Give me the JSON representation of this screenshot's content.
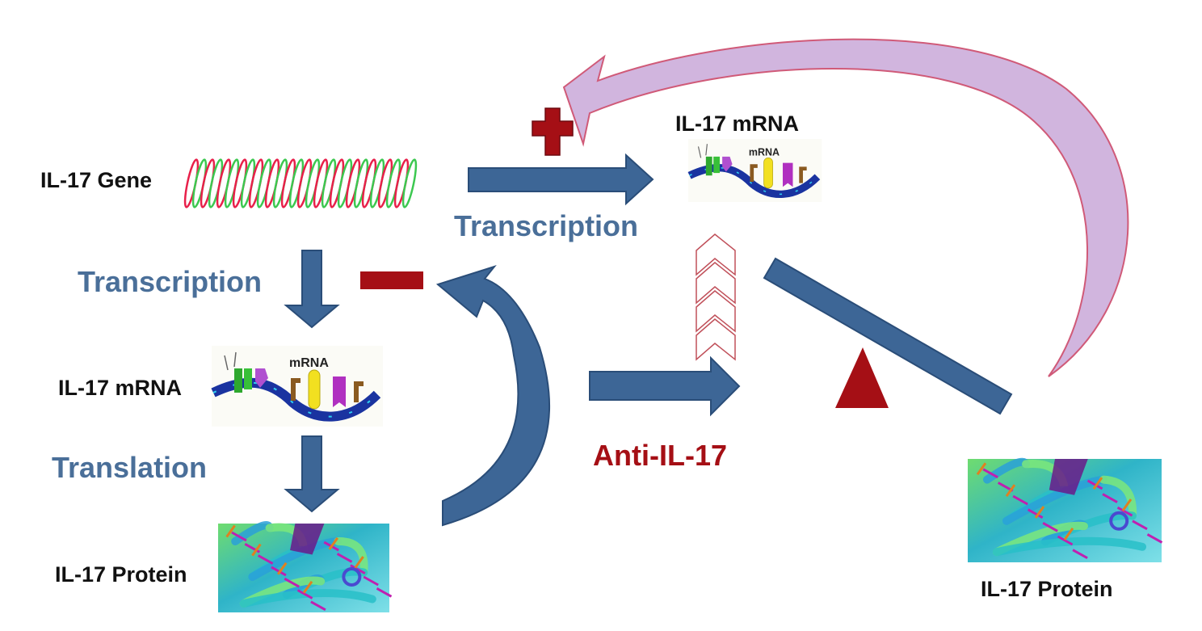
{
  "labels": {
    "gene": "IL-17 Gene",
    "transcription_left": "Transcription",
    "transcription_top": "Transcription",
    "mrna_left": "IL-17 mRNA",
    "mrna_top": "IL-17 mRNA",
    "translation": "Translation",
    "protein_left": "IL-17 Protein",
    "protein_right": "IL-17 Protein",
    "anti": "Anti-IL-17",
    "mrna_image_text": "mRNA"
  },
  "colors": {
    "arrow_blue": "#3d6696",
    "arrow_outline": "#2a4d78",
    "label_blue": "#4a6f99",
    "inhibitor_red": "#a50f15",
    "feedback_fill": "#c9a8d8",
    "feedback_outline": "#d05a78",
    "helix_red": "#e8204a",
    "helix_green": "#3cc850"
  },
  "icons": {
    "plus": "plus-icon",
    "minus": "minus-icon",
    "fulcrum": "triangle-icon"
  }
}
